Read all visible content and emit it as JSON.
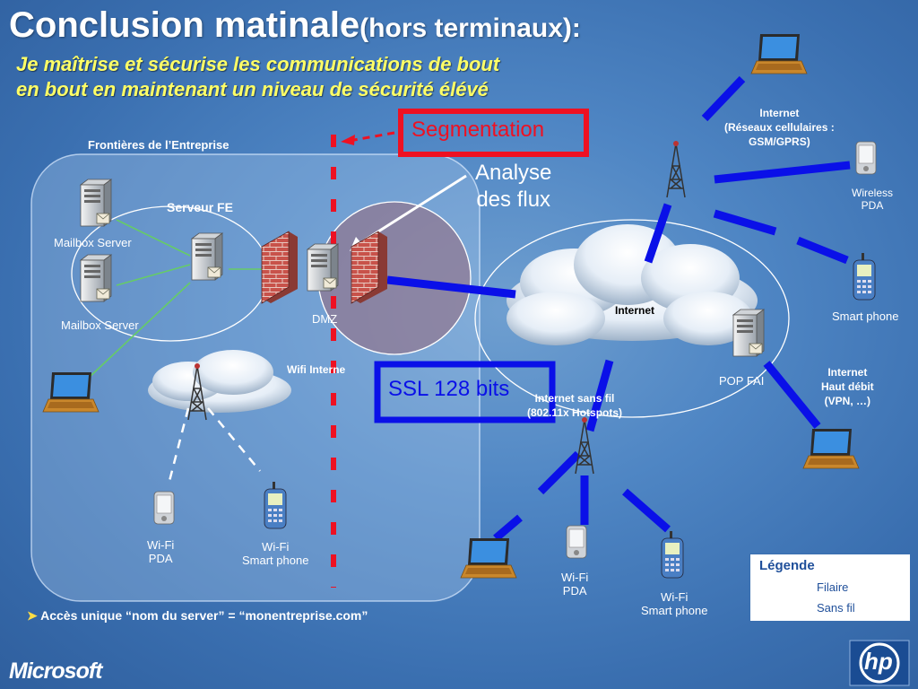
{
  "title": {
    "main": "Conclusion matinale",
    "suffix": "(hors terminaux):"
  },
  "subtitle": {
    "line1": "Je maîtrise et sécurise les communications de bout",
    "line2": "en bout en maintenant un niveau de sécurité élévé"
  },
  "callouts": {
    "segmentation": "Segmentation",
    "analyse_line1": "Analyse",
    "analyse_line2": "des flux",
    "ssl": "SSL 128 bits"
  },
  "enterprise": {
    "frontieres": "Frontières de l’Entreprise",
    "serveur_fe": "Serveur FE",
    "mailbox_top": "Mailbox Server",
    "mailbox_bottom": "Mailbox Server",
    "dmz": "DMZ",
    "wifi_interne": "Wifi Interne",
    "wifi_pda_line1": "Wi-Fi",
    "wifi_pda_line2": "PDA",
    "wifi_phone_line1": "Wi-Fi",
    "wifi_phone_line2": "Smart phone"
  },
  "internet": {
    "cloud_label": "Internet",
    "cellular_line1": "Internet",
    "cellular_line2": "(Réseaux cellulaires :",
    "cellular_line3": "GSM/GPRS)",
    "wireless_pda_line1": "Wireless",
    "wireless_pda_line2": "PDA",
    "smart_phone": "Smart phone",
    "pop_fai": "POP FAI",
    "haut_debit_line1": "Internet",
    "haut_debit_line2": "Haut débit",
    "haut_debit_line3": "(VPN, …)",
    "sans_fil_line1": "Internet sans fil",
    "sans_fil_line2": "(802.11x Hotspots)",
    "wifi_pda_line1": "Wi-Fi",
    "wifi_pda_line2": "PDA",
    "wifi_phone_line1": "Wi-Fi",
    "wifi_phone_line2": "Smart phone"
  },
  "legend": {
    "title": "Légende",
    "filaire": "Filaire",
    "sans_fil": "Sans fil"
  },
  "footer": {
    "access": "Accès unique “nom du server” = “monentreprise.com”",
    "microsoft": "Microsoft",
    "hp": "hp"
  },
  "colors": {
    "accent_red": "#ee1122",
    "accent_blue": "#0a10e8",
    "wire_green": "#66cc66",
    "subtitle_yellow": "#ffff66"
  },
  "icons": [
    "server-icon",
    "laptop-icon",
    "pda-icon",
    "smartphone-icon",
    "firewall-icon",
    "antenna-icon",
    "cloud-icon"
  ]
}
